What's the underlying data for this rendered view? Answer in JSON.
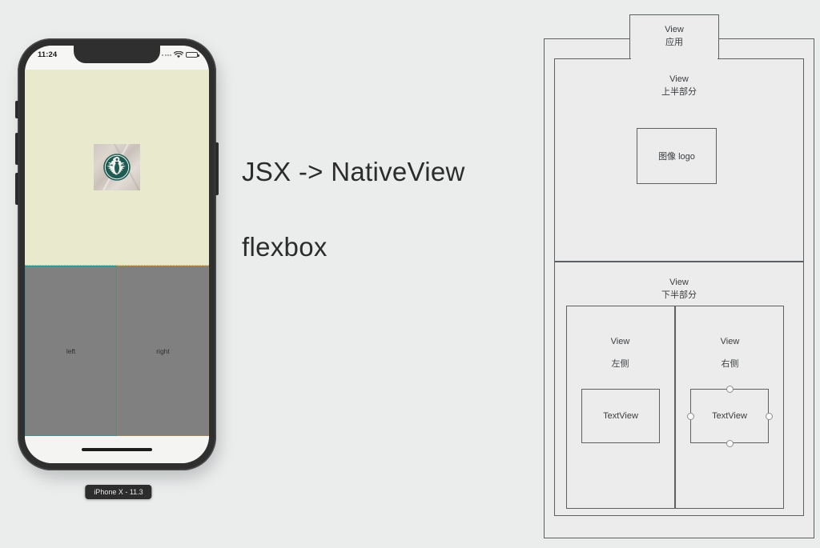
{
  "slide": {
    "background_color": "#ebecec"
  },
  "headline": {
    "main": "JSX -> NativeView",
    "sub": "flexbox"
  },
  "phone": {
    "device_badge": "iPhone X - 11.3",
    "status_bar": {
      "time": "11:24",
      "signal_icon": "signal-dots-icon",
      "wifi_icon": "wifi-icon",
      "battery_icon": "battery-icon"
    },
    "app": {
      "top_section": {
        "background_color": "#e8e9cd",
        "image_name": "starbucks-logo-image"
      },
      "bottom_section": {
        "background_color": "#808080",
        "panes": [
          {
            "label": "left",
            "border_color": "#2f8e92"
          },
          {
            "label": "right",
            "border_color": "#b0884c"
          }
        ]
      }
    }
  },
  "diagram": {
    "stroke_color": "#5e6164",
    "fill_color": "#ececec",
    "nodes": {
      "app_tab": {
        "en": "View",
        "cn": "应用"
      },
      "top_half": {
        "en": "View",
        "cn": "上半部分"
      },
      "logo_box": {
        "cn": "图像 logo"
      },
      "bottom_half": {
        "en": "View",
        "cn": "下半部分"
      },
      "left_col": {
        "en": "View",
        "cn": "左侧"
      },
      "right_col": {
        "en": "View",
        "cn": "右侧"
      },
      "left_text": {
        "en": "TextView"
      },
      "right_text": {
        "en": "TextView",
        "selected": true
      }
    }
  }
}
